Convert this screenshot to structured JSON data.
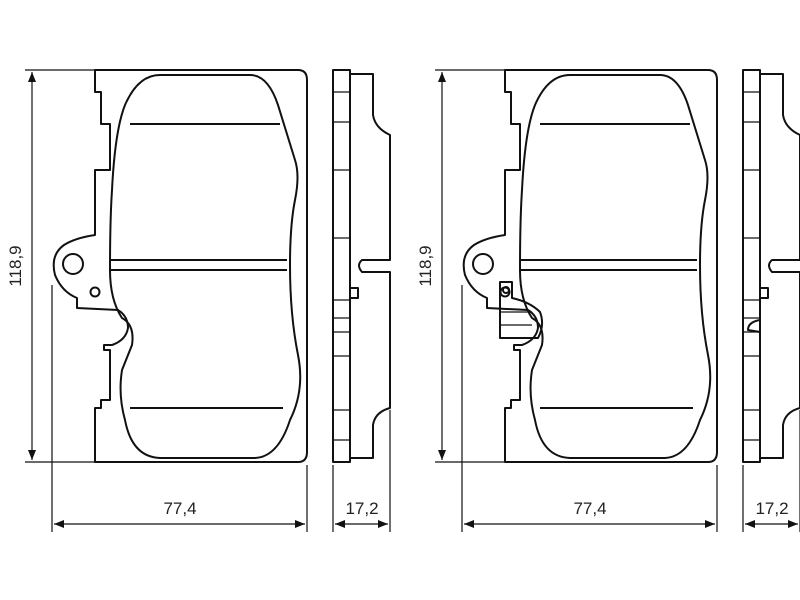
{
  "drawing": {
    "views": [
      {
        "name": "pad-left",
        "height_label": "118,9",
        "width_label": "77,4",
        "thickness_label": "17,2",
        "wear_sensor": false
      },
      {
        "name": "pad-right",
        "height_label": "118,9",
        "width_label": "77,4",
        "thickness_label": "17,2",
        "wear_sensor": true
      }
    ]
  }
}
